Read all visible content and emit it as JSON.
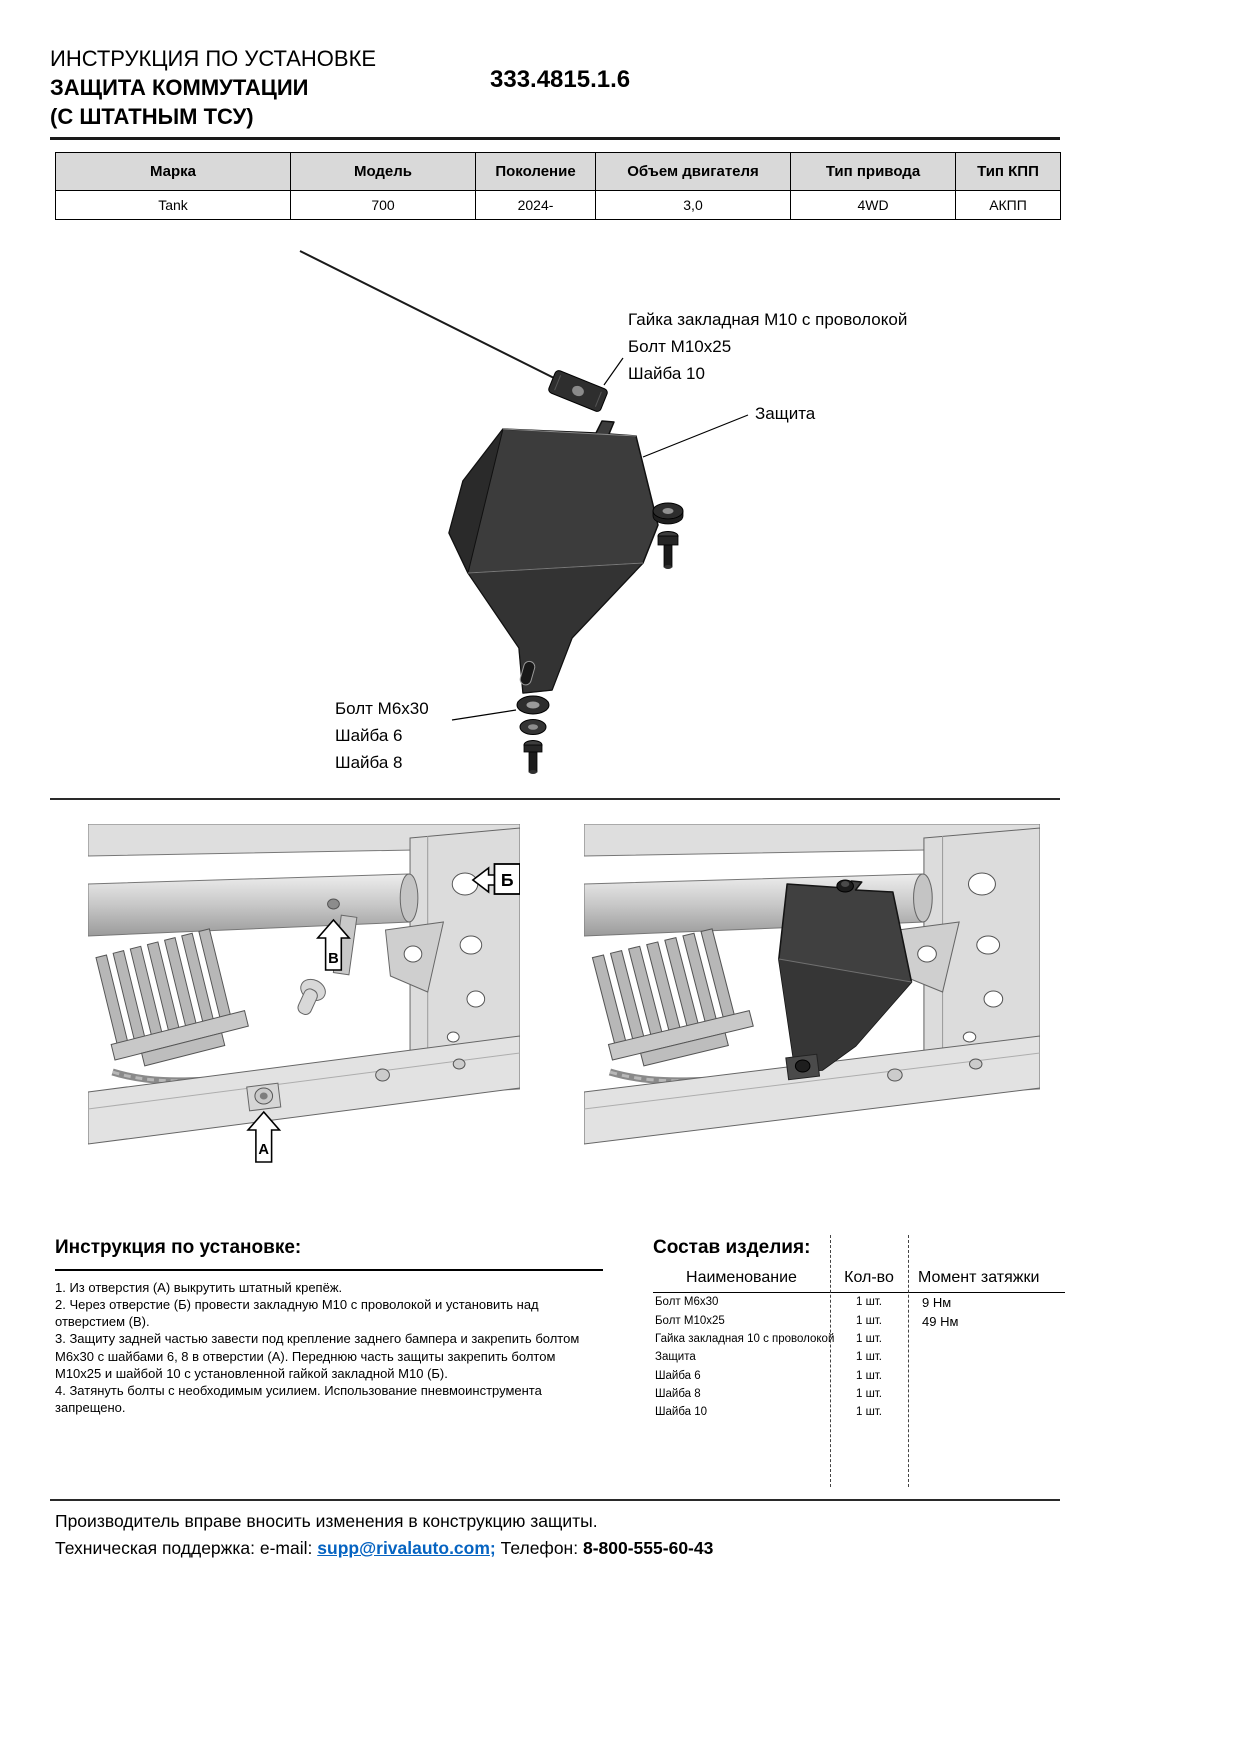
{
  "colors": {
    "accent_link": "#0563c1",
    "table_header_bg": "#d9d9d9",
    "shield_fill": "#3c3c3c"
  },
  "header": {
    "doc_type": "ИНСТРУКЦИЯ ПО УСТАНОВКЕ",
    "title_line1": "ЗАЩИТА КОММУТАЦИИ",
    "title_line2": "(С ШТАТНЫМ ТСУ)",
    "part_number": "333.4815.1.6"
  },
  "spec_table": {
    "headers": [
      "Марка",
      "Модель",
      "Поколение",
      "Объем двигателя",
      "Тип привода",
      "Тип КПП"
    ],
    "row": [
      "Tank",
      "700",
      "2024-",
      "3,0",
      "4WD",
      "АКПП"
    ]
  },
  "diagram": {
    "callout_top_lines": [
      "Гайка закладная М10 с проволокой",
      "Болт М10х25",
      "Шайба 10"
    ],
    "callout_shield": "Защита",
    "callout_bottom_lines": [
      "Болт М6х30",
      "Шайба 6",
      "Шайба 8"
    ]
  },
  "photos": {
    "markers": {
      "b": "Б",
      "v": "В",
      "a": "А"
    }
  },
  "instructions": {
    "heading": "Инструкция по установке:",
    "steps": [
      "1. Из отверстия (А) выкрутить штатный крепёж.",
      "2. Через отверстие (Б) провести закладную М10 с проволокой и установить над отверстием (В).",
      "3. Защиту задней частью завести под крепление заднего бампера и закрепить болтом М6х30 с шайбами 6, 8 в отверстии (А). Переднюю часть защиты закрепить болтом М10х25 и шайбой 10 с установленной гайкой закладной М10  (Б).",
      "4. Затянуть болты с необходимым усилием. Использование пневмоинструмента запрещено."
    ]
  },
  "parts_list": {
    "heading": "Состав изделия:",
    "columns": [
      "Наименование",
      "Кол-во",
      "Момент затяжки"
    ],
    "rows": [
      {
        "name": "Болт М6х30",
        "qty": "1 шт.",
        "torque": "9 Нм"
      },
      {
        "name": "Болт М10х25",
        "qty": "1 шт.",
        "torque": "49 Нм"
      },
      {
        "name": "Гайка закладная 10 с проволокой",
        "qty": "1 шт.",
        "torque": ""
      },
      {
        "name": "Защита",
        "qty": "1 шт.",
        "torque": ""
      },
      {
        "name": "Шайба 6",
        "qty": "1 шт.",
        "torque": ""
      },
      {
        "name": "Шайба 8",
        "qty": "1 шт.",
        "torque": ""
      },
      {
        "name": "Шайба 10",
        "qty": "1 шт.",
        "torque": ""
      }
    ]
  },
  "footer": {
    "disclaimer": "Производитель вправе вносить изменения в конструкцию защиты.",
    "support_label": "Техническая поддержка:  e-mail:",
    "email": "supp@rivalauto.com",
    "separator": ";",
    "phone_label": "Телефон:",
    "phone": "8-800-555-60-43"
  }
}
